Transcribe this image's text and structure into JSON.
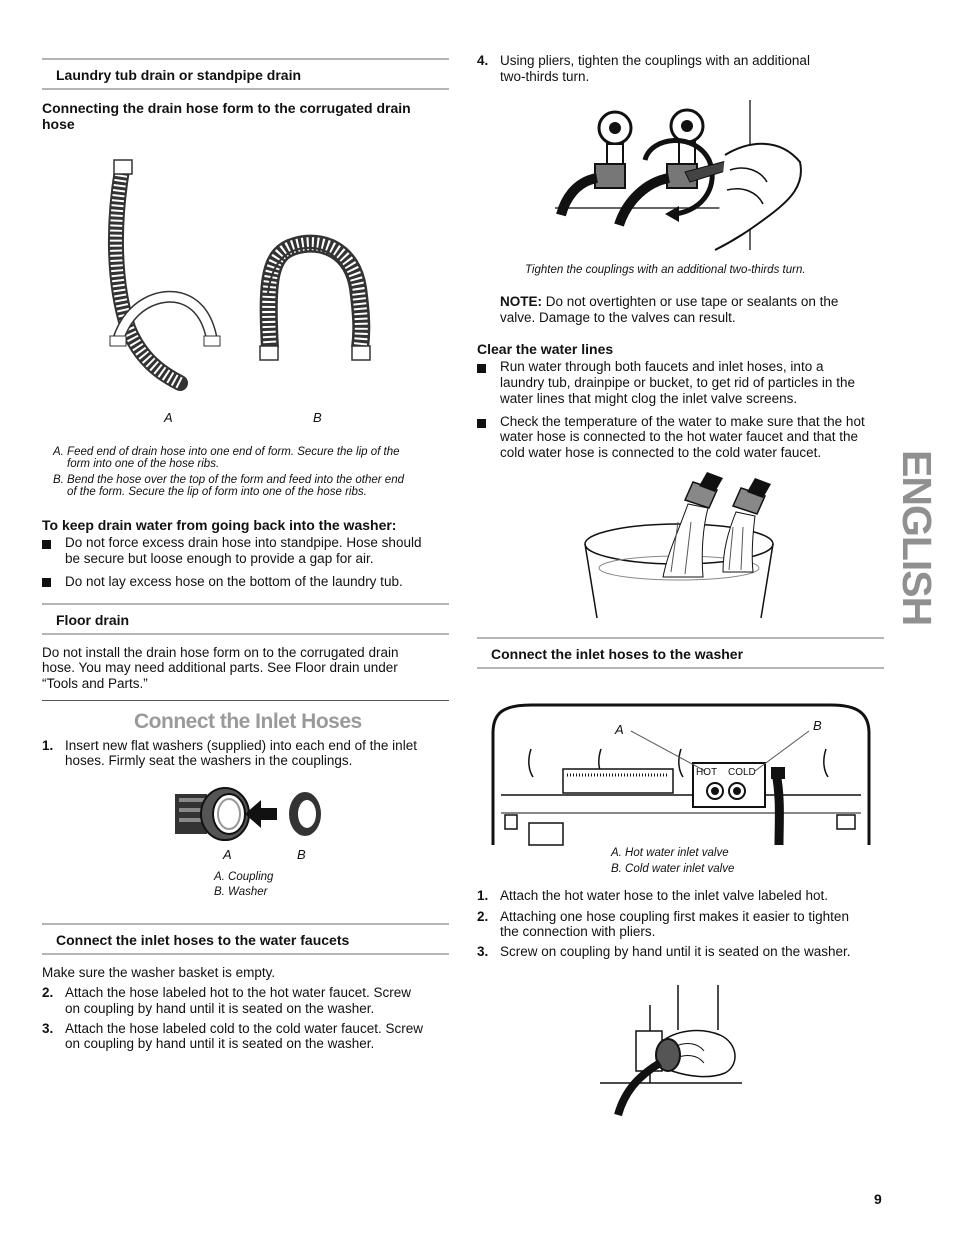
{
  "page_number": "9",
  "side_tab": "ENGLISH",
  "left": {
    "laundry_tub": {
      "heading": "Laundry tub drain or standpipe drain",
      "subheading": "Connecting the drain hose form to the corrugated drain hose",
      "label_a": "A",
      "label_b": "B",
      "caption_a_1": "A. Feed end of drain hose into one end of form. Secure the lip of the",
      "caption_a_2": "form into one of the hose ribs.",
      "caption_b_1": "B. Bend the hose over the top of the form and feed into the other end",
      "caption_b_2": "of the form. Secure the lip of form into one of the hose ribs."
    },
    "keep_drain": {
      "heading": "To keep drain water from going back into the washer:",
      "bullet1_l1": "Do not force excess drain hose into standpipe. Hose should",
      "bullet1_l2": "be secure but loose enough to provide a gap for air.",
      "bullet2": "Do not lay excess hose on the bottom of the laundry tub."
    },
    "floor_drain": {
      "heading": "Floor drain",
      "line1": "Do not install the drain hose form on to the corrugated drain",
      "line2": "hose. You may need additional parts. See Floor drain under",
      "line3": "“Tools and Parts.”"
    },
    "connect_inlet": {
      "title": "Connect the Inlet Hoses",
      "step1_num": "1.",
      "step1_l1": "Insert new flat washers (supplied) into each end of the inlet",
      "step1_l2": "hoses. Firmly seat the washers in the couplings.",
      "label_a": "A",
      "label_b": "B",
      "caption_a": "A. Coupling",
      "caption_b": "B. Washer"
    },
    "faucets": {
      "heading": "Connect the inlet hoses to the water faucets",
      "intro": "Make sure the washer basket is empty.",
      "step2_num": "2.",
      "step2_l1": "Attach the hose labeled hot to the hot water faucet. Screw",
      "step2_l2": "on coupling by hand until it is seated on the washer.",
      "step3_num": "3.",
      "step3_l1": "Attach the hose labeled cold to the cold water faucet. Screw",
      "step3_l2": "on coupling by hand until it is seated on the washer."
    }
  },
  "right": {
    "step4_num": "4.",
    "step4_l1": "Using pliers, tighten the couplings with an additional",
    "step4_l2": "two-thirds turn.",
    "tighten_caption": "Tighten the couplings with an additional two-thirds turn.",
    "note_label": "NOTE:",
    "note_l1": " Do not overtighten or use tape or sealants on the",
    "note_l2": "valve. Damage to the valves can result.",
    "clear": {
      "heading": "Clear the water lines",
      "b1_l1": "Run water through both faucets and inlet hoses, into a",
      "b1_l2": "laundry tub, drainpipe or bucket, to get rid of particles in the",
      "b1_l3": "water lines that might clog the inlet valve screens.",
      "b2_l1": "Check the temperature of the water to make sure that the hot",
      "b2_l2": "water hose is connected to the hot water faucet and that the",
      "b2_l3": "cold water hose is connected to the cold water faucet."
    },
    "washer": {
      "heading": "Connect the inlet hoses to the washer",
      "label_a": "A",
      "label_b": "B",
      "hot": "HOT",
      "cold": "COLD",
      "caption_a": "A. Hot water inlet valve",
      "caption_b": "B. Cold water inlet valve",
      "step1_num": "1.",
      "step1": "Attach the hot water hose to the inlet valve labeled hot.",
      "step2_num": "2.",
      "step2_l1": "Attaching one hose coupling first makes it easier to tighten",
      "step2_l2": "the connection with pliers.",
      "step3_num": "3.",
      "step3": "Screw on coupling by hand until it is seated on the washer."
    }
  }
}
